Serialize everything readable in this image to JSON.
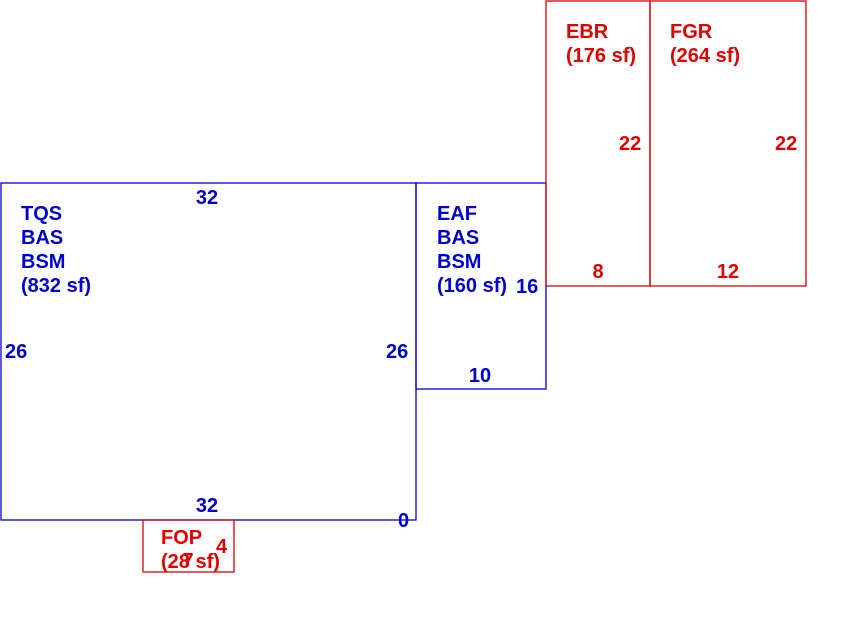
{
  "colors": {
    "living": "#0000cc",
    "other": "#dd0000",
    "background": "#ffffff"
  },
  "areas": {
    "main": {
      "lines": [
        "TQS",
        "BAS",
        "BSM",
        "(832 sf)"
      ],
      "dims": {
        "top": "32",
        "bottom": "32",
        "left": "26",
        "right": "26",
        "corner": "0"
      }
    },
    "eaf": {
      "lines": [
        "EAF",
        "BAS",
        "BSM",
        "(160 sf)"
      ],
      "dims": {
        "right": "16",
        "bottom": "10"
      }
    },
    "ebr": {
      "lines": [
        "EBR",
        "(176 sf)"
      ],
      "dims": {
        "right": "22",
        "bottom": "8"
      }
    },
    "fgr": {
      "lines": [
        "FGR",
        "(264 sf)"
      ],
      "dims": {
        "right": "22",
        "bottom": "12"
      }
    },
    "fop": {
      "lines": [
        "FOP",
        "(28 sf)"
      ],
      "dims": {
        "width": "7",
        "height": "4"
      }
    }
  }
}
